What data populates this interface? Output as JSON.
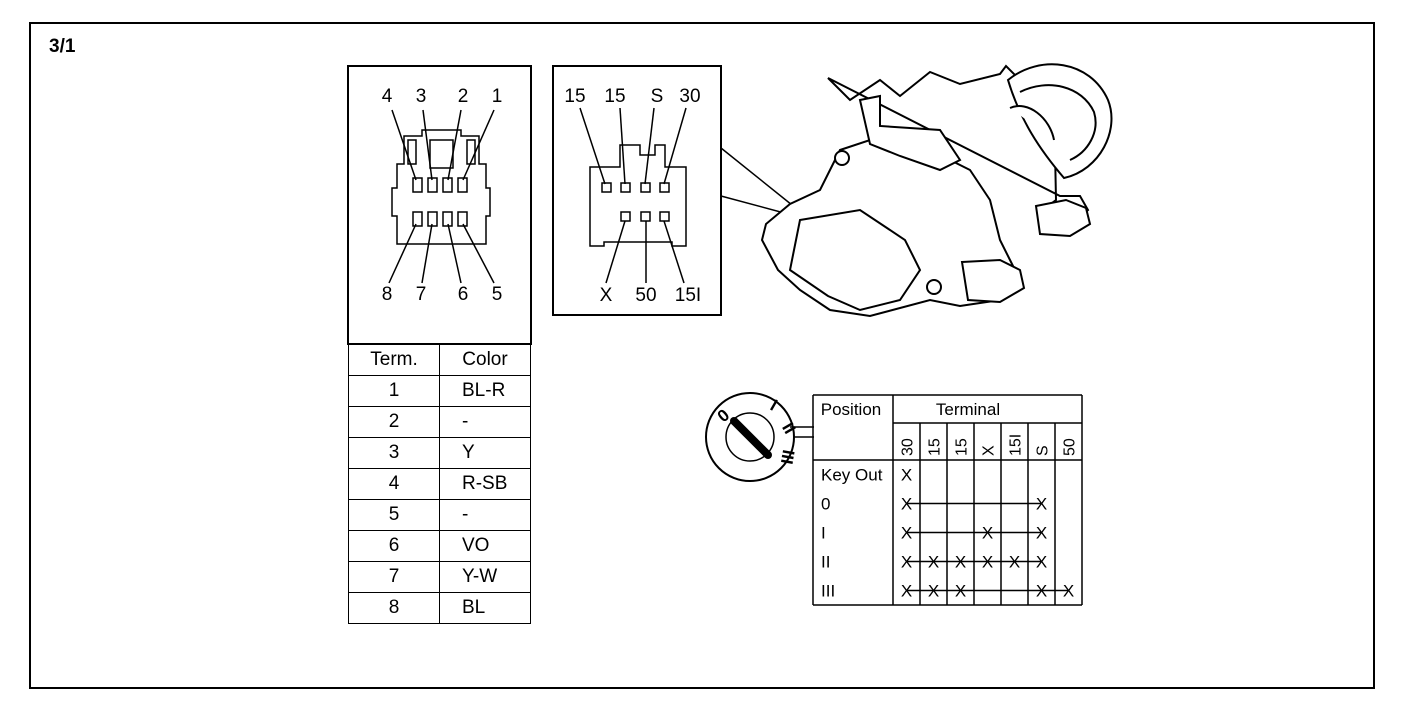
{
  "sheet": {
    "number": "3/1"
  },
  "connector_a": {
    "top_pins": [
      "4",
      "3",
      "2",
      "1"
    ],
    "bottom_pins": [
      "8",
      "7",
      "6",
      "5"
    ]
  },
  "terminal_table": {
    "headers": [
      "Term.",
      "Color"
    ],
    "rows": [
      {
        "term": "1",
        "color": "BL-R"
      },
      {
        "term": "2",
        "color": "-"
      },
      {
        "term": "3",
        "color": "Y"
      },
      {
        "term": "4",
        "color": "R-SB"
      },
      {
        "term": "5",
        "color": "-"
      },
      {
        "term": "6",
        "color": "VO"
      },
      {
        "term": "7",
        "color": "Y-W"
      },
      {
        "term": "8",
        "color": "BL"
      }
    ]
  },
  "connector_b": {
    "top_pins": [
      "15",
      "15",
      "S",
      "30"
    ],
    "bottom_pins": [
      "X",
      "50",
      "15I"
    ]
  },
  "key_dial": {
    "positions": [
      "0",
      "I",
      "II",
      "III"
    ]
  },
  "switch_table": {
    "position_header": "Position",
    "terminal_header": "Terminal",
    "terminals": [
      "30",
      "15",
      "15",
      "X",
      "15I",
      "S",
      "50"
    ],
    "rows": [
      {
        "label": "Key Out",
        "marks": [
          "X",
          "",
          "",
          "",
          "",
          "",
          ""
        ]
      },
      {
        "label": "0",
        "marks": [
          "X",
          "",
          "",
          "",
          "",
          "X",
          ""
        ]
      },
      {
        "label": "I",
        "marks": [
          "X",
          "",
          "",
          "X",
          "",
          "X",
          ""
        ]
      },
      {
        "label": "II",
        "marks": [
          "X",
          "X",
          "X",
          "X",
          "X",
          "X",
          ""
        ]
      },
      {
        "label": "III",
        "marks": [
          "X",
          "X",
          "X",
          "",
          "",
          "X",
          "X"
        ]
      }
    ]
  }
}
